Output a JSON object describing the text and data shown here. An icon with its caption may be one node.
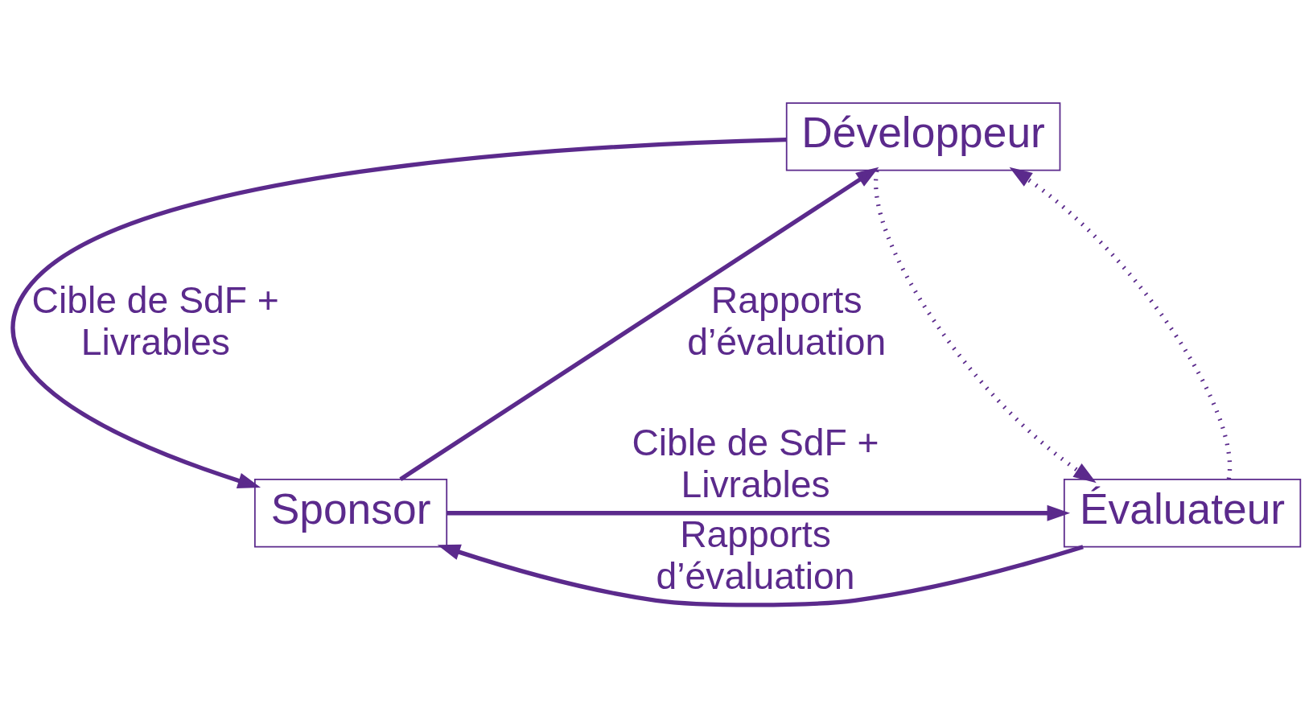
{
  "diagram": {
    "nodes": [
      {
        "text": [
          "Développeur"
        ]
      },
      {
        "text": [
          "Sponsor"
        ]
      },
      {
        "text": [
          "Évaluateur"
        ]
      }
    ],
    "edges": [
      {
        "from": 0,
        "to": 1,
        "arrow": "to",
        "label": "Cible de SdF + Livrables"
      },
      {
        "from": 1,
        "to": 0,
        "arrow": "to",
        "label": "Rapports d’évaluation"
      },
      {
        "from": 2,
        "to": 1,
        "arrow": "to",
        "label": "Rapports d’évaluation"
      },
      {
        "from": 1,
        "to": 2,
        "arrow": "to",
        "label": "Cible de SdF + Livrables"
      },
      {
        "from": 0,
        "to": 2,
        "arrow": "to",
        "style": "dashed"
      },
      {
        "from": 2,
        "to": 0,
        "arrow": "to",
        "style": "dashed"
      }
    ]
  }
}
